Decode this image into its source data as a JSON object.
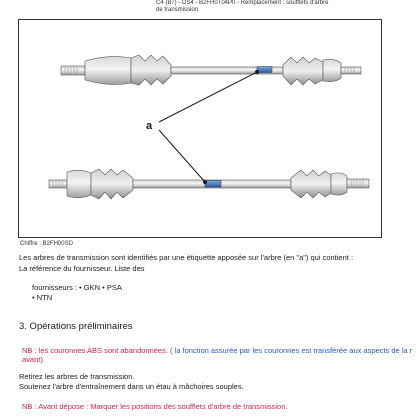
{
  "header": {
    "line1": "C4 (B7) - DS4 - B2FH0T04P0 - Remplacement : soufflets d'arbre",
    "line2": "de transmission"
  },
  "figure": {
    "callout": "a",
    "caption": "Chiffre : B2FH00SD"
  },
  "intro": {
    "line1": "Les arbres de transmission sont identifiés par une étiquette apposée sur l'arbre (en \"a\") qui contient :",
    "line2": "La référence du fournisseur. Liste des"
  },
  "suppliers": {
    "line1": "fournisseurs : • GKN • PSA",
    "line2": "• NTN"
  },
  "section": {
    "title": "3. Opérations préliminaires"
  },
  "nb1": {
    "line1_red": "NB : les couronnes ABS sont abandonnées. (",
    "line1_blue": " la fonction assurée par les couronnes est transférée aux aspects de la r",
    "line2": "avant)."
  },
  "steps": {
    "line1": "Retirez les arbres de transmission.",
    "line2": "Soutenez l'arbre d'entraînement dans un étau à mâchoires souples."
  },
  "nb2": {
    "text": "NB : Avant dépose : Marquer les positions des soufflets d'arbre de transmission."
  }
}
